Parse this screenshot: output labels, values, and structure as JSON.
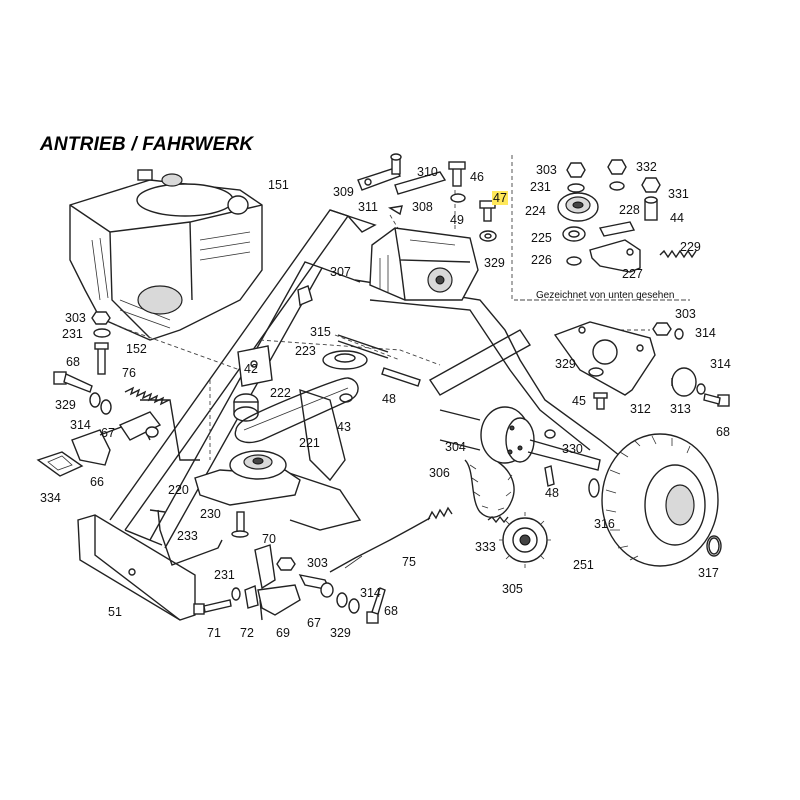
{
  "title": "ANTRIEB / FAHRWERK",
  "inset_note": "Gezeichnet von unten gesehen",
  "highlight_color": "#ffe85a",
  "labels": {
    "l151": "151",
    "l310": "310",
    "l46": "46",
    "l309": "309",
    "l308": "308",
    "l311": "311",
    "l49": "49",
    "l47": "47",
    "l329a": "329",
    "l307": "307",
    "l303a": "303",
    "l332": "332",
    "l231a": "231",
    "l331": "331",
    "l228": "228",
    "l224": "224",
    "l44": "44",
    "l225": "225",
    "l229": "229",
    "l226": "226",
    "l227": "227",
    "l303b": "303",
    "l231b": "231",
    "l315": "315",
    "l152": "152",
    "l68a": "68",
    "l76": "76",
    "l42": "42",
    "l223": "223",
    "l222": "222",
    "l303c": "303",
    "l314a": "314",
    "l329b": "329",
    "l314b": "314",
    "l329c": "329",
    "l48a": "48",
    "l45": "45",
    "l312": "312",
    "l313": "313",
    "l68b": "68",
    "l314c": "314",
    "l67a": "67",
    "l221": "221",
    "l43": "43",
    "l304": "304",
    "l330": "330",
    "l334": "334",
    "l66": "66",
    "l220": "220",
    "l306": "306",
    "l48b": "48",
    "l316": "316",
    "l230": "230",
    "l233": "233",
    "l70": "70",
    "l333": "333",
    "l75": "75",
    "l251": "251",
    "l317": "317",
    "l303d": "303",
    "l231c": "231",
    "l314d": "314",
    "l305": "305",
    "l68c": "68",
    "l51": "51",
    "l71": "71",
    "l72": "72",
    "l69": "69",
    "l67b": "67",
    "l329d": "329"
  }
}
